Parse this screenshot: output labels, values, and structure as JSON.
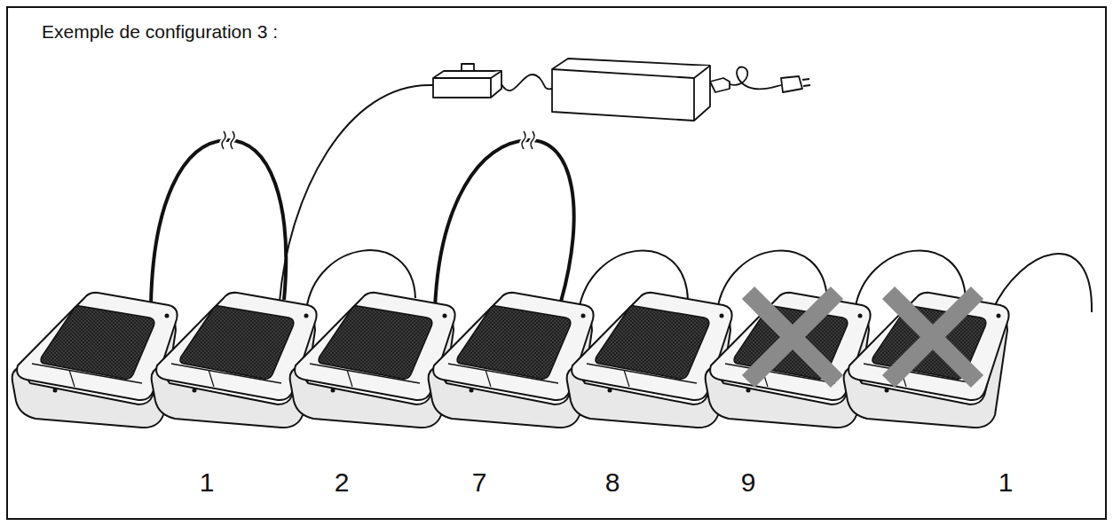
{
  "diagram": {
    "title": "Exemple de configuration 3 :",
    "labels": [
      "1",
      "2",
      "7",
      "8",
      "9",
      "1"
    ]
  }
}
